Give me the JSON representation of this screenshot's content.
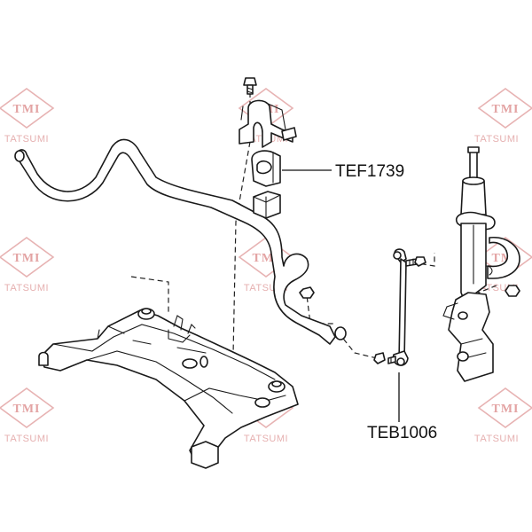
{
  "watermark": {
    "logo": "TMI",
    "brand": "TATSUMI",
    "color": "#e3a3a3"
  },
  "callouts": [
    {
      "label": "TEF1739",
      "target": "stabilizer-bushing"
    },
    {
      "label": "TEB1006",
      "target": "stabilizer-link"
    }
  ],
  "colors": {
    "line": "#1a1a1a",
    "background": "#ffffff"
  }
}
